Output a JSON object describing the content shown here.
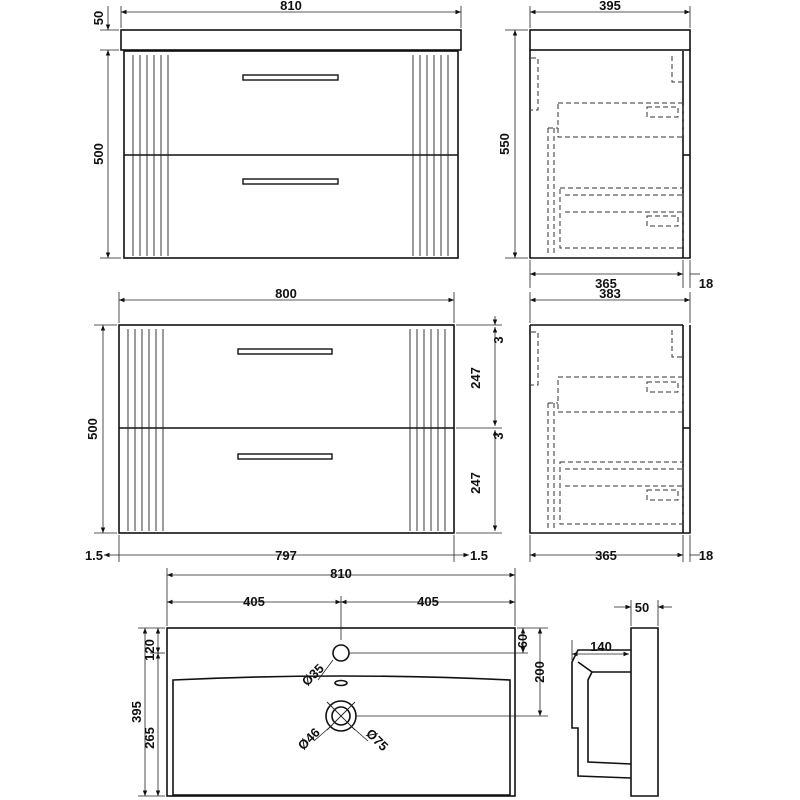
{
  "top_front": {
    "width_overall": "810",
    "top_thickness": "50",
    "cabinet_height": "500"
  },
  "top_side": {
    "depth_overall": "395",
    "height_overall": "550",
    "cabinet_depth": "365",
    "door_thickness": "18"
  },
  "mid_front": {
    "width": "800",
    "height": "500",
    "gap_top": "3",
    "gap_middle": "3",
    "drawer_upper": "247",
    "drawer_lower": "247",
    "side_left": "1.5",
    "inner_width": "797",
    "side_right": "1.5"
  },
  "mid_side": {
    "depth": "383",
    "cabinet_depth": "365",
    "door_thickness": "18"
  },
  "basin_plan": {
    "width": "810",
    "half_left": "405",
    "half_right": "405",
    "depth": "395",
    "tap_to_back": "120",
    "bowl_depth": "265",
    "tap_hole_offset": "60",
    "waste_offset": "200",
    "tap_hole_dia": "Ø35",
    "waste_dia_inner": "Ø46",
    "waste_dia_outer": "Ø75"
  },
  "basin_section": {
    "rim_thickness": "50",
    "bowl_depth": "140"
  }
}
